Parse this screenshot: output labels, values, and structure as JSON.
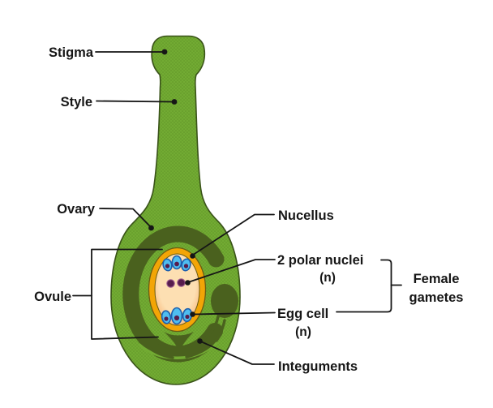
{
  "figure": {
    "type": "biology-diagram",
    "subject": "Flower pistil with ovule cutaway showing female gametophyte",
    "background": "#ffffff",
    "palette": {
      "body_green": "#72ab33",
      "body_outline": "#3a531a",
      "dark_green": "#4a611e",
      "gold": "#f3a506",
      "gold_edge": "#6b5d13",
      "sac_center": "#fddfb2",
      "sac_edge": "#f6a35d",
      "cell_blue": "#4fbdf0",
      "cell_blue_edge": "#1d5fae",
      "nucleus_purple": "#571d4d",
      "nucleus_edge": "#9c5a8e",
      "line_color": "#161616"
    },
    "labels": {
      "stigma": "Stigma",
      "style": "Style",
      "ovary": "Ovary",
      "ovule": "Ovule",
      "nucellus": "Nucellus",
      "polar_nuclei": "2 polar nuclei",
      "polar_nuclei_ploidy": "(n)",
      "egg_cell": "Egg cell",
      "egg_cell_ploidy": "(n)",
      "integuments": "Integuments",
      "female_gametes_line1": "Female",
      "female_gametes_line2": "gametes"
    }
  }
}
